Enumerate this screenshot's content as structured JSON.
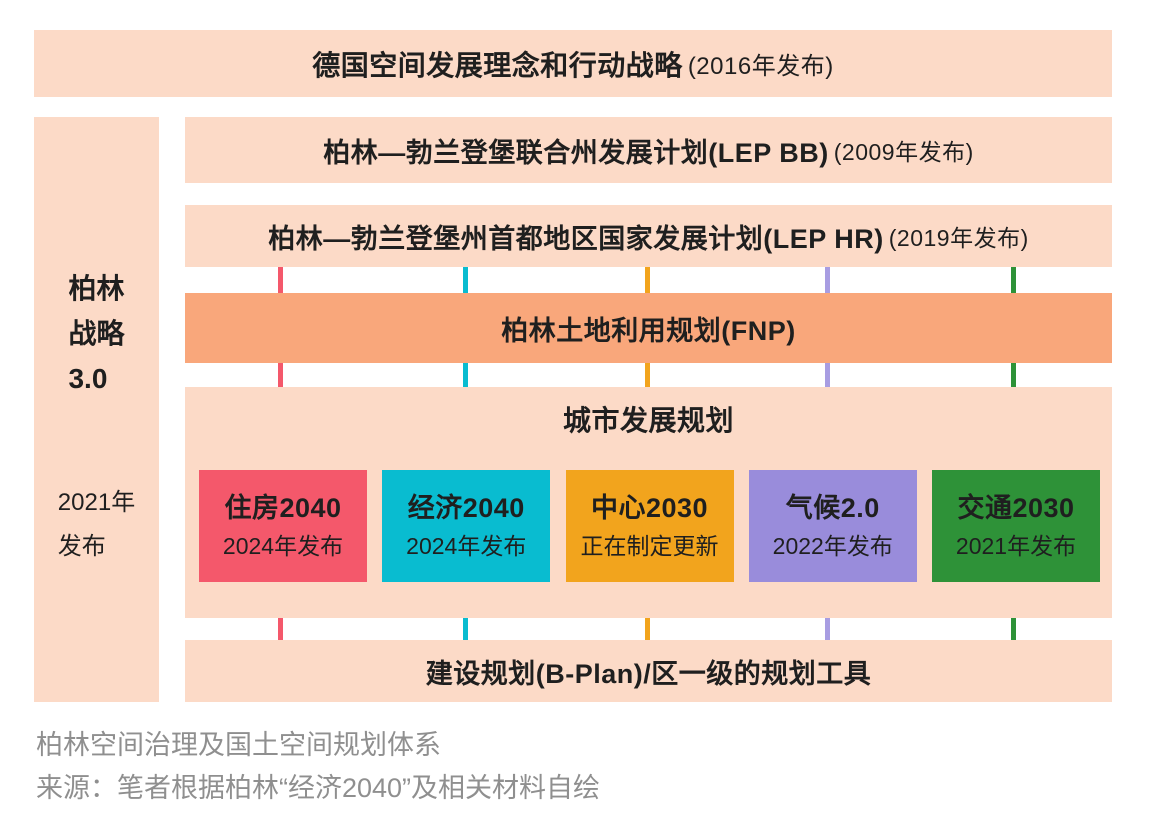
{
  "colors": {
    "peach": "#fcdac7",
    "fnp_orange": "#f9a77b",
    "text_dark": "#1f1f1f",
    "caption_gray": "#8f8f8f"
  },
  "top_banner": {
    "title": "德国空间发展理念和行动战略",
    "year": "(2016年发布)"
  },
  "sidebar": {
    "title_lines": [
      "柏林",
      "战略",
      "3.0"
    ],
    "year_lines": [
      "2021年",
      "发布"
    ]
  },
  "bars": {
    "lep_bb": {
      "title": "柏林—勃兰登堡联合州发展计划(LEP BB)",
      "year": "(2009年发布)"
    },
    "lep_hr": {
      "title": "柏林—勃兰登堡州首都地区国家发展计划(LEP HR)",
      "year": "(2019年发布)"
    },
    "fnp": {
      "title": "柏林土地利用规划(FNP)"
    },
    "city_dev": {
      "title": "城市发展规划"
    },
    "bplan": {
      "title": "建设规划(B-Plan)/区一级的规划工具"
    }
  },
  "plans": [
    {
      "name": "住房2040",
      "status": "2024年发布",
      "color": "#f4586b",
      "line_color": "#f4586b"
    },
    {
      "name": "经济2040",
      "status": "2024年发布",
      "color": "#09bcd0",
      "line_color": "#09bcd0"
    },
    {
      "name": "中心2030",
      "status": "正在制定更新",
      "color": "#f2a41d",
      "line_color": "#f2a41d"
    },
    {
      "name": "气候2.0",
      "status": "2022年发布",
      "color": "#998cdb",
      "line_color": "#a89de2"
    },
    {
      "name": "交通2030",
      "status": "2021年发布",
      "color": "#2e9238",
      "line_color": "#2e9238"
    }
  ],
  "caption": {
    "line1": "柏林空间治理及国土空间规划体系",
    "line2": "来源：笔者根据柏林“经济2040”及相关材料自绘"
  }
}
